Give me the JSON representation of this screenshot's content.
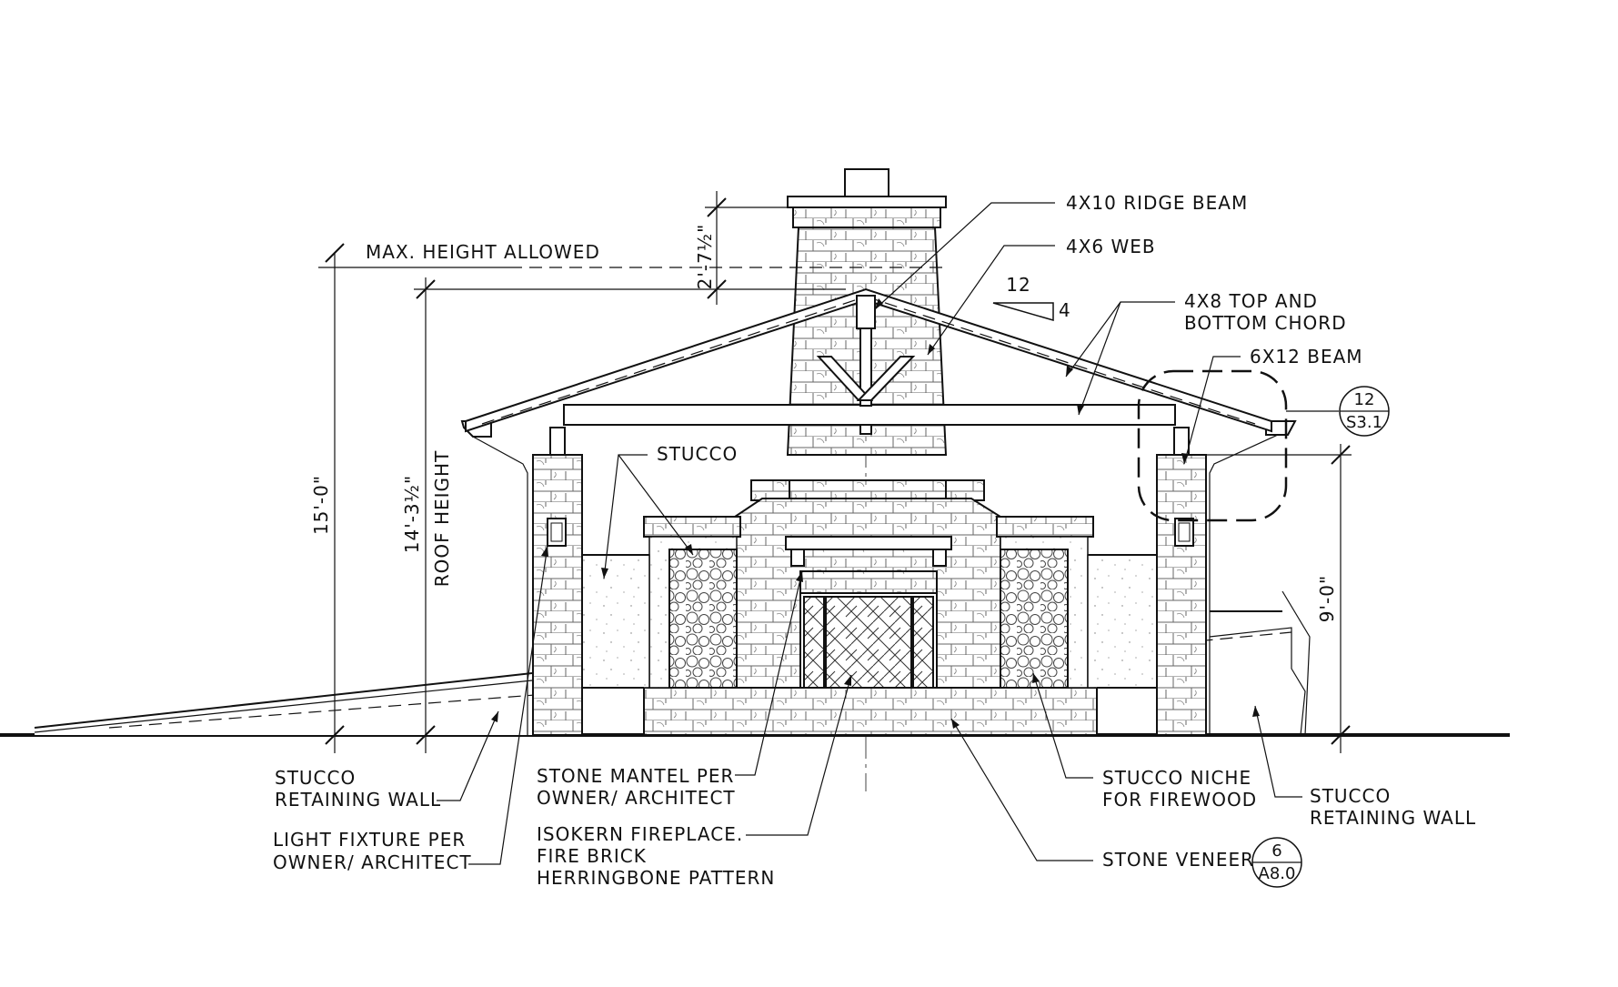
{
  "dimensions": {
    "overall_height": "15'-0\"",
    "roof_height_value": "14'-3½\"",
    "roof_height_label": "ROOF HEIGHT",
    "chimney_extension": "2'-7½\"",
    "plate_height": "9'-0\"",
    "max_height_label": "MAX. HEIGHT ALLOWED"
  },
  "roof_pitch": {
    "run": "12",
    "rise": "4"
  },
  "labels": {
    "ridge_beam": "4X10 RIDGE BEAM",
    "web": "4X6 WEB",
    "chord_line1": "4X8 TOP AND",
    "chord_line2": "BOTTOM CHORD",
    "beam": "6X12 BEAM",
    "stucco": "STUCCO",
    "retaining_left_1": "STUCCO",
    "retaining_left_2": "RETAINING WALL",
    "light_1": "LIGHT FIXTURE PER",
    "light_2": "OWNER/ ARCHITECT",
    "mantel_1": "STONE MANTEL PER",
    "mantel_2": "OWNER/ ARCHITECT",
    "fireplace_1": "ISOKERN FIREPLACE.",
    "fireplace_2": "FIRE BRICK",
    "fireplace_3": "HERRINGBONE PATTERN",
    "niche_1": "STUCCO NICHE",
    "niche_2": "FOR FIREWOOD",
    "veneer": "STONE VENEER",
    "retaining_right_1": "STUCCO",
    "retaining_right_2": "RETAINING WALL"
  },
  "detail_tags": {
    "beam_detail": {
      "number": "12",
      "sheet": "S3.1"
    },
    "veneer_detail": {
      "number": "6",
      "sheet": "A8.0"
    }
  }
}
